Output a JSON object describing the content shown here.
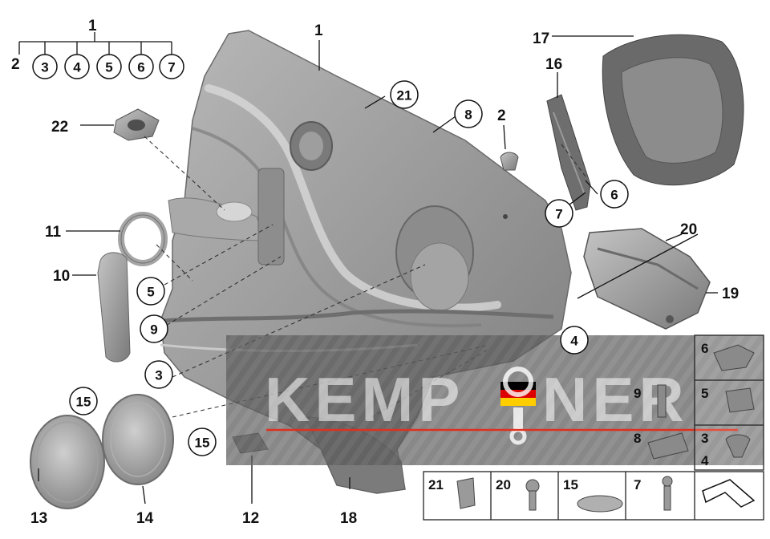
{
  "callouts": {
    "c1_top": "1",
    "c1_panel": "1",
    "c2_top": "2",
    "c2_right": "2",
    "c3_top": "3",
    "c3_left": "3",
    "c4_top": "4",
    "c4_right": "4",
    "c5_top": "5",
    "c5_left": "5",
    "c6_top": "6",
    "c6_right": "6",
    "c7_top": "7",
    "c7_right": "7",
    "c8": "8",
    "c9": "9",
    "c10": "10",
    "c11": "11",
    "c12": "12",
    "c13": "13",
    "c14": "14",
    "c15_a": "15",
    "c15_b": "15",
    "c16": "16",
    "c17": "17",
    "c18": "18",
    "c19": "19",
    "c20": "20",
    "c21": "21",
    "c22": "22"
  },
  "fastener_table": {
    "right_column": [
      "6",
      "9",
      "5",
      "8",
      "3",
      "4"
    ],
    "bottom_row": [
      "21",
      "20",
      "15",
      "7"
    ]
  },
  "watermark": {
    "text_left": "KEMP",
    "text_right": "NER"
  },
  "colors": {
    "part_gray": "#8f8f8f",
    "part_light": "#b9b9b9",
    "part_dark": "#5e5e5e",
    "watermark_band": "#555555",
    "flag_black": "#000000",
    "flag_red": "#dd0000",
    "flag_gold": "#ffce00",
    "stripe_red": "#e0301e"
  }
}
